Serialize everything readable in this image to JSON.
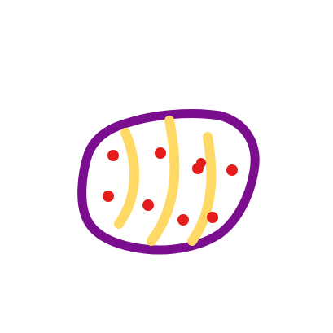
{
  "drawing": {
    "subject": "decorated-egg-doodle",
    "colors": {
      "outline": "#7b0d8f",
      "stripes": "#ffd966",
      "dots": "#e61c1c",
      "background": "#ffffff"
    },
    "stripe_count": 3,
    "dot_count": 10
  }
}
